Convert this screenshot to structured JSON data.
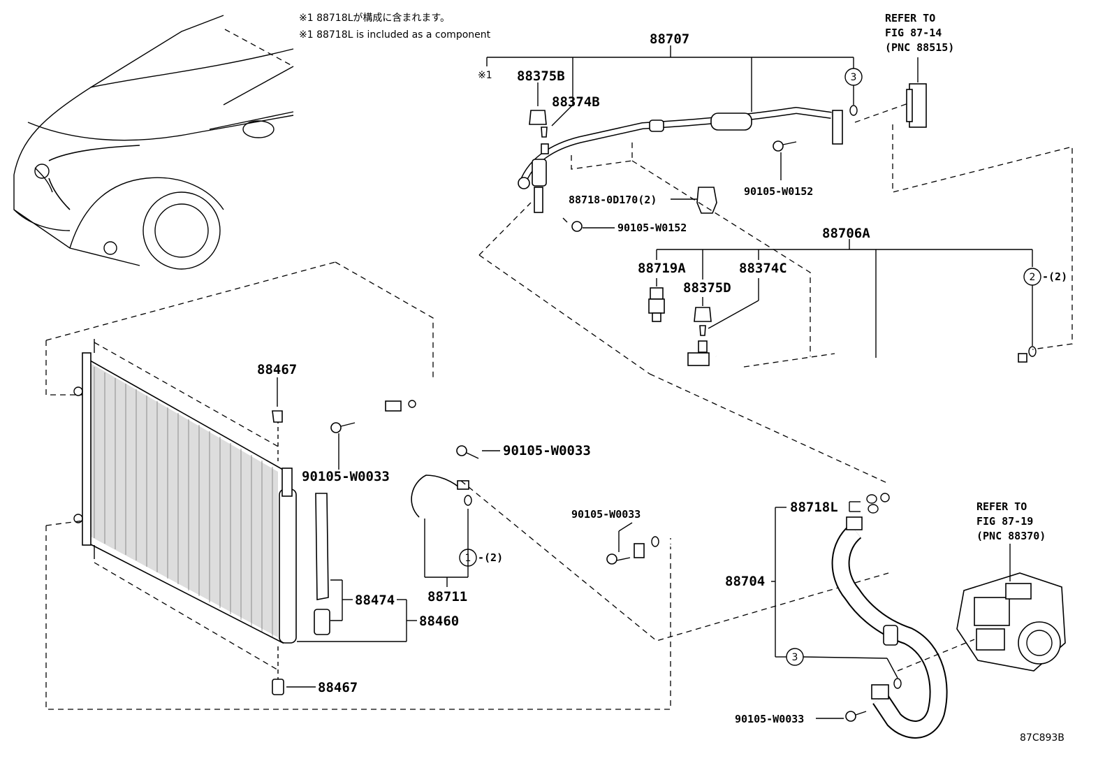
{
  "notes": {
    "jp": "※1 88718Lが構成に含まれます。",
    "en": "※1 88718L is included as a component"
  },
  "refs": {
    "top_right": [
      "REFER TO",
      "FIG 87-14",
      "(PNC 88515)"
    ],
    "bottom_right": [
      "REFER TO",
      "FIG 87-19",
      "(PNC 88370)"
    ]
  },
  "labels": {
    "p88707": "88707",
    "mark1": "※1",
    "p88375B": "88375B",
    "p88374B": "88374B",
    "p90105_W0152_a": "90105-W0152",
    "p88718_0D170": "88718-0D170(2)",
    "p90105_W0152_b": "90105-W0152",
    "p88706A": "88706A",
    "p88719A": "88719A",
    "p88374C": "88374C",
    "p88375D": "88375D",
    "p88467_top": "88467",
    "p90105_W0033_a": "90105-W0033",
    "p90105_W0033_b": "90105-W0033",
    "p90105_W0033_c": "90105-W0033",
    "p90105_W0033_d": "90105-W0033",
    "p88474": "88474",
    "p88460": "88460",
    "p88467_bottom": "88467",
    "p88711": "88711",
    "p88718L": "88718L",
    "p88704": "88704",
    "qty2_a": "-(2)",
    "qty2_b": "-(2)"
  },
  "circles": {
    "c3_top": "3",
    "c2_right": "2",
    "c1_left": "1",
    "c3_bottom": "3"
  },
  "figure_id": "87C893B"
}
